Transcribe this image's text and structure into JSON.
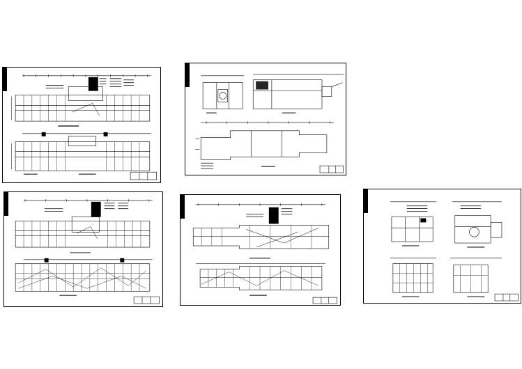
{
  "sheets": [
    {
      "id": "s1",
      "kind": "two-floor-plans"
    },
    {
      "id": "s2",
      "kind": "small-plans-and-long-outline"
    },
    {
      "id": "s3",
      "kind": "two-floor-plans-wiring"
    },
    {
      "id": "s4",
      "kind": "plan-with-wiring"
    },
    {
      "id": "s5",
      "kind": "four-small-plans"
    }
  ],
  "colors": {
    "line": "#000000",
    "background": "#ffffff",
    "fill": "#000000"
  }
}
